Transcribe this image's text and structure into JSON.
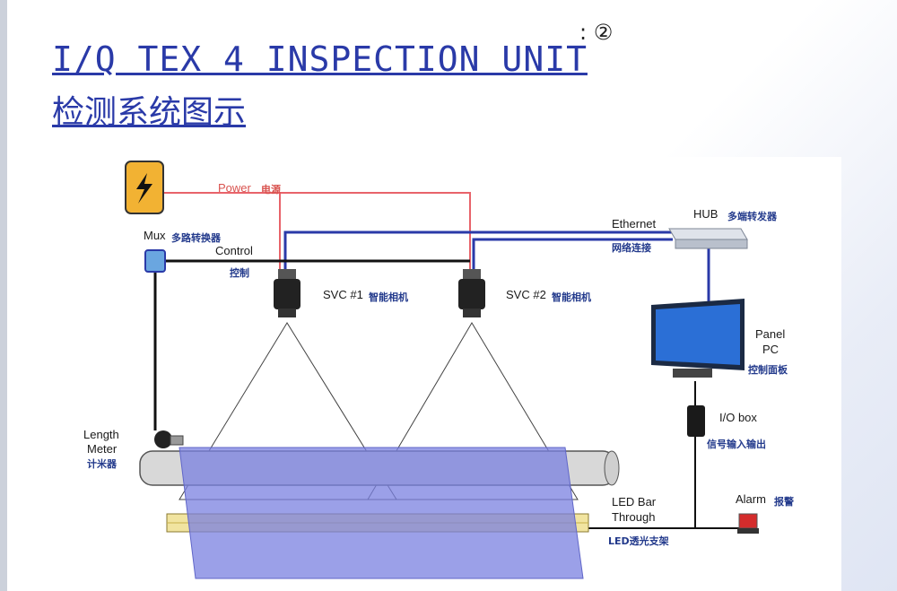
{
  "title": {
    "line1": "I/Q TEX 4 INSPECTION UNIT",
    "line2": "检测系统图示"
  },
  "hand_note": ": ②",
  "labels": {
    "power": "Power",
    "power_cn": "电源",
    "mux": "Mux",
    "mux_cn": "多路转换器",
    "control": "Control",
    "control_cn": "控制",
    "svc1": "SVC #1",
    "svc1_cn": "智能相机",
    "svc2": "SVC #2",
    "svc2_cn": "智能相机",
    "ethernet": "Ethernet",
    "ethernet_cn": "网络连接",
    "hub": "HUB",
    "hub_cn": "多端转发器",
    "panel1": "Panel",
    "panel2": "PC",
    "panel_cn": "控制面板",
    "io": "I/O box",
    "io_cn": "信号输入输出",
    "length1": "Length",
    "length2": "Meter",
    "length_cn": "计米器",
    "led1": "LED Bar",
    "led2": "Through",
    "led_cn": "LED透光支架",
    "alarm": "Alarm",
    "alarm_cn": "报警"
  },
  "colors": {
    "title": "#2a3aa8",
    "power_line": "#e8636a",
    "ethernet_line": "#2a3aa8",
    "fabric": "#7a80e0"
  }
}
